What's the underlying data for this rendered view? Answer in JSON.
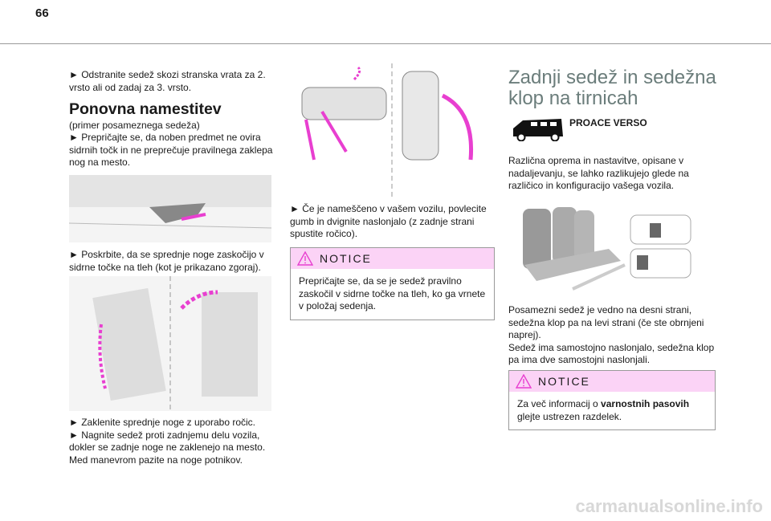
{
  "page_number": "66",
  "left": {
    "p1": "► Odstranite sedež skozi stranska vrata za 2. vrsto ali od zadaj za 3. vrsto.",
    "heading": "Ponovna namestitev",
    "p2a": "(primer posameznega sedeža)",
    "p2b": "► Prepričajte se, da noben predmet ne ovira sidrnih točk in ne preprečuje pravilnega zaklepa nog na mesto.",
    "p3": "► Poskrbite, da se sprednje noge zaskočijo v sidrne točke na tleh (kot je prikazano zgoraj).",
    "p4a": "► Zaklenite sprednje noge z uporabo ročic.",
    "p4b": "► Nagnite sedež proti zadnjemu delu vozila, dokler se zadnje noge ne zaklenejo na mesto.",
    "p4c": "Med manevrom pazite na noge potnikov."
  },
  "middle": {
    "p1": "► Če je nameščeno v vašem vozilu, povlecite gumb in dvignite naslonjalo (z zadnje strani spustite ročico).",
    "notice_title": "NOTICE",
    "notice_text": "Prepričajte se, da se je sedež pravilno zaskočil v sidrne točke na tleh, ko ga vrnete v položaj sedenja."
  },
  "right": {
    "heading": "Zadnji sedež in sedežna klop na tirnicah",
    "model": "PROACE VERSO",
    "p1": "Različna oprema in nastavitve, opisane v nadaljevanju, se lahko razlikujejo glede na različico in konfiguracijo vašega vozila.",
    "p2": "Posamezni sedež je vedno na desni strani, sedežna klop pa na levi strani (če ste obrnjeni naprej).",
    "p3": "Sedež ima samostojno naslonjalo, sedežna klop pa ima dve samostojni naslonjali.",
    "notice_title": "NOTICE",
    "notice_text_a": "Za več informacij o ",
    "notice_text_b": "varnostnih pasovih",
    "notice_text_c": " glejte ustrezen razdelek."
  },
  "watermark": "carmanualsonline.info",
  "colors": {
    "accent": "#e83fd0",
    "notice_bg": "#fbd3f6",
    "heading_gray": "#6b7d7b"
  }
}
